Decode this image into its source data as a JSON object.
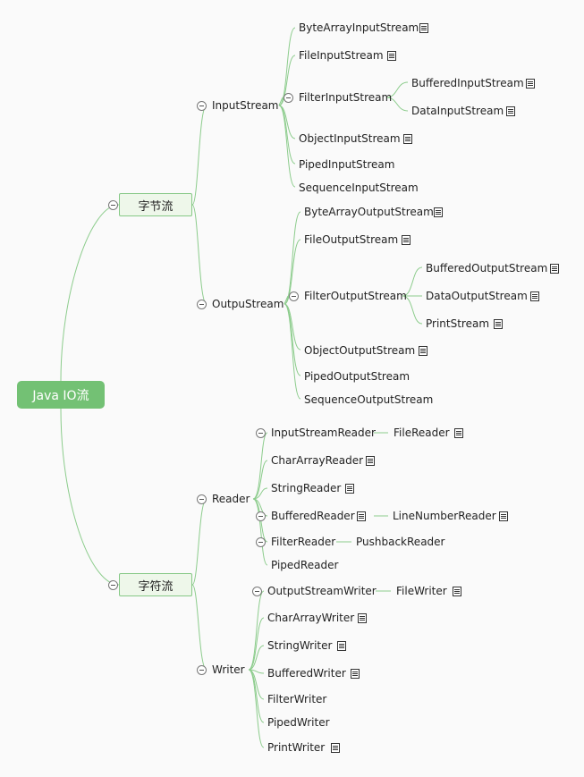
{
  "root": "Java IO流",
  "byte_stream": {
    "label": "字节流",
    "input": {
      "label": "InputStream",
      "children": [
        "ByteArrayInputStream",
        "FileInputStream",
        "FilterInputStream",
        "ObjectInputStream",
        "PipedInputStream",
        "SequenceInputStream"
      ],
      "filter_children": [
        "BufferedInputStream",
        "DataInputStream"
      ]
    },
    "output": {
      "label": "OutpuStream",
      "children": [
        "ByteArrayOutputStream",
        "FileOutputStream",
        "FilterOutputStream",
        "ObjectOutputStream",
        "PipedOutputStream",
        "SequenceOutputStream"
      ],
      "filter_children": [
        "BufferedOutputStream",
        "DataOutputStream",
        "PrintStream"
      ]
    }
  },
  "char_stream": {
    "label": "字符流",
    "reader": {
      "label": "Reader",
      "children": [
        "InputStreamReader",
        "CharArrayReader",
        "StringReader",
        "BufferedReader",
        "FilterReader",
        "PipedReader"
      ],
      "sub": {
        "isr": "FileReader",
        "br": "LineNumberReader",
        "fr": "PushbackReader"
      }
    },
    "writer": {
      "label": "Writer",
      "children": [
        "OutputStreamWriter",
        "CharArrayWriter",
        "StringWriter",
        "BufferedWriter",
        "FilterWriter",
        "PipedWriter",
        "PrintWriter"
      ],
      "sub": {
        "osw": "FileWriter"
      }
    }
  },
  "colors": {
    "line": "#8ccc8c",
    "root_fill": "#73c174",
    "box_fill": "#eef7ea",
    "box_border": "#86c886"
  },
  "icons": {
    "note": "note-icon",
    "collapse": "collapse-icon"
  }
}
